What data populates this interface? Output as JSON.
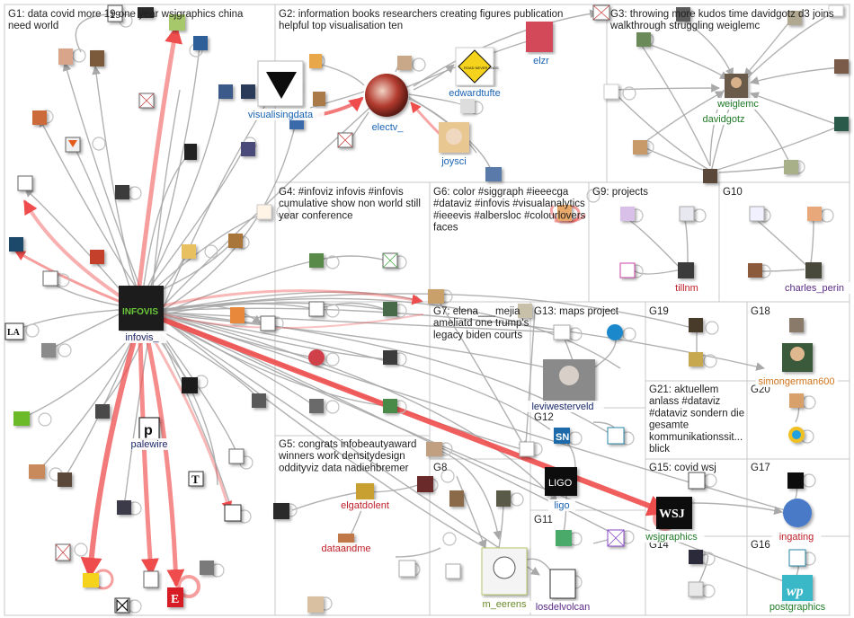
{
  "colors": {
    "edge_gray": "#a8a8a8",
    "edge_red": "#ef4d4d",
    "box_stroke": "#c8c8c8",
    "label_blue": "#1a64b4",
    "label_red": "#c0202a",
    "label_green": "#1f7a28",
    "label_purple": "#5a2a86",
    "label_navy": "#1c2a6b",
    "label_orange": "#d0741a",
    "label_olive": "#6a8a2a"
  },
  "groups": [
    {
      "id": "G1",
      "title_lines": [
        "G1: data covid more 19 one year wsjgraphics china",
        "need world"
      ]
    },
    {
      "id": "G2",
      "title_lines": [
        "G2: information books researchers creating figures publication",
        "helpful top visualisation ten"
      ]
    },
    {
      "id": "G3",
      "title_lines": [
        "G3: throwing more kudos time davidgotz d3 joins",
        "walkthrough struggling weiglemc"
      ]
    },
    {
      "id": "G4",
      "title_lines": [
        "G4: #infoviz infovis #infovis",
        "cumulative show non world still",
        "year conference"
      ]
    },
    {
      "id": "G6",
      "title_lines": [
        "G6: color #siggraph #ieeecga",
        "#dataviz #infovis #visualanalytics",
        "#ieeevis #albersloc #colourlovers",
        "faces"
      ]
    },
    {
      "id": "G9",
      "title_lines": [
        "G9: projects"
      ]
    },
    {
      "id": "G10",
      "title_lines": [
        "G10"
      ]
    },
    {
      "id": "G7",
      "title_lines": [
        "G7: elena___mejia",
        "ameliatd one trump's",
        "legacy biden courts"
      ]
    },
    {
      "id": "G13",
      "title_lines": [
        "G13: maps project"
      ]
    },
    {
      "id": "G19",
      "title_lines": [
        "G19"
      ]
    },
    {
      "id": "G18",
      "title_lines": [
        "G18"
      ]
    },
    {
      "id": "G21",
      "title_lines": [
        "G21: aktuellem",
        "anlass #dataviz",
        "#dataviz sondern die",
        "gesamte",
        "kommunikationssit...",
        "blick"
      ]
    },
    {
      "id": "G20",
      "title_lines": [
        "G20"
      ]
    },
    {
      "id": "G12",
      "title_lines": [
        "G12"
      ]
    },
    {
      "id": "G5",
      "title_lines": [
        "G5: congrats infobeautyaward",
        "winners work densitydesign",
        "oddityviz data nadiehbremer"
      ]
    },
    {
      "id": "G8",
      "title_lines": [
        "G8"
      ]
    },
    {
      "id": "G15",
      "title_lines": [
        "G15: covid wsj"
      ]
    },
    {
      "id": "G17",
      "title_lines": [
        "G17"
      ]
    },
    {
      "id": "G11",
      "title_lines": [
        "G11"
      ]
    },
    {
      "id": "G14",
      "title_lines": [
        "G14"
      ]
    },
    {
      "id": "G16",
      "title_lines": [
        "G16"
      ]
    }
  ],
  "labels": [
    {
      "id": "infovis_",
      "text": "infovis_",
      "color": "#1c2a6b"
    },
    {
      "id": "palewire",
      "text": "palewire",
      "color": "#1c2a6b"
    },
    {
      "id": "visualisingdata",
      "text": "visualisingdata",
      "color": "#1a64b4"
    },
    {
      "id": "electv_",
      "text": "electv_",
      "color": "#1a64b4"
    },
    {
      "id": "edwardtufte",
      "text": "edwardtufte",
      "color": "#1a64b4"
    },
    {
      "id": "elzr",
      "text": "elzr",
      "color": "#1a64b4"
    },
    {
      "id": "joysci",
      "text": "joysci",
      "color": "#1a64b4"
    },
    {
      "id": "weiglemc",
      "text": "weiglemc",
      "color": "#1f7a28"
    },
    {
      "id": "davidgotz",
      "text": "davidgotz",
      "color": "#1f7a28"
    },
    {
      "id": "tillnm",
      "text": "tillnm",
      "color": "#c0202a"
    },
    {
      "id": "charles_perin",
      "text": "charles_perin",
      "color": "#5a2a86"
    },
    {
      "id": "simongerman600",
      "text": "simongerman600",
      "color": "#d0741a"
    },
    {
      "id": "leviwesterveld",
      "text": "leviwesterveld",
      "color": "#1c2a6b"
    },
    {
      "id": "ligo",
      "text": "ligo",
      "color": "#1a64b4"
    },
    {
      "id": "elgatdolent",
      "text": "elgatdolent",
      "color": "#c0202a"
    },
    {
      "id": "dataandme",
      "text": "dataandme",
      "color": "#c0202a"
    },
    {
      "id": "m_eerens",
      "text": "m_eerens",
      "color": "#6a8a2a"
    },
    {
      "id": "losdelvolcan",
      "text": "losdelvolcan",
      "color": "#5a2a86"
    },
    {
      "id": "wsjgraphics",
      "text": "wsjgraphics",
      "color": "#1f7a28"
    },
    {
      "id": "ingating",
      "text": "ingating",
      "color": "#c0202a"
    },
    {
      "id": "postgraphics",
      "text": "postgraphics",
      "color": "#1f7a28"
    }
  ],
  "avatar_text": {
    "infovis_": "INFOVIS",
    "palewire": "p",
    "ligo": "LIGO",
    "wsjgraphics": "WSJ",
    "postgraphics": "wp",
    "road_sign": "ROAD NEVER ENDS",
    "latimes": "LA",
    "sn": "SN",
    "economist": "E",
    "nyt": "T",
    "g1_nineteen": "19"
  }
}
